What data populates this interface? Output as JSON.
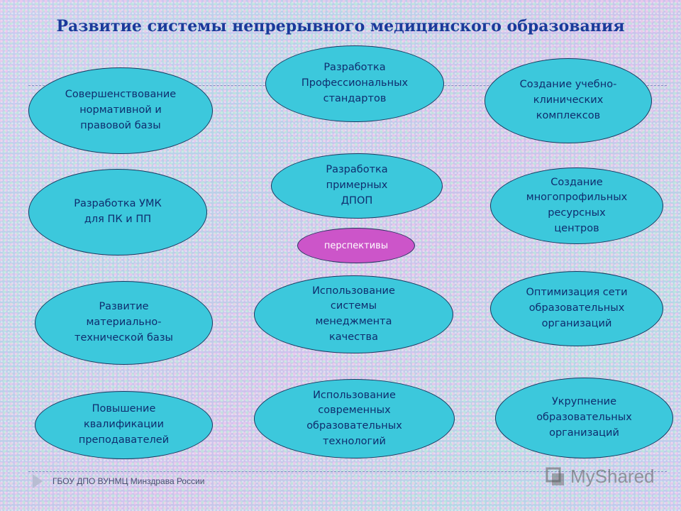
{
  "title": "Развитие системы непрерывного медицинского образования",
  "center": "перспективы",
  "nodes": [
    "Совершенствование\nнормативной и\nправовой базы",
    "Разработка\nПрофессиональных\nстандартов",
    "Создание учебно-\nклинических\nкомплексов",
    "Разработка\nпримерных\nДПОП",
    "Разработка УМК\nдля ПК и ПП",
    "Создание\nмногопрофильных\nресурсных\nцентров",
    "Развитие\nматериально-\nтехнической базы",
    "Использование\nсистемы\nменеджмента\nкачества",
    "Оптимизация сети\nобразовательных\nорганизаций",
    "Повышение\nквалификации\nпреподавателей",
    "Использование\nсовременных\nобразовательных\nтехнологий",
    "Укрупнение\nобразовательных\nорганизаций"
  ],
  "footer": "ГБОУ ДПО ВУНМЦ Минздрава России",
  "watermark": "MyShared",
  "colors": {
    "node_fill": "#3cc8dc",
    "center_fill": "#cc55c9",
    "title": "#1a3a9a"
  }
}
